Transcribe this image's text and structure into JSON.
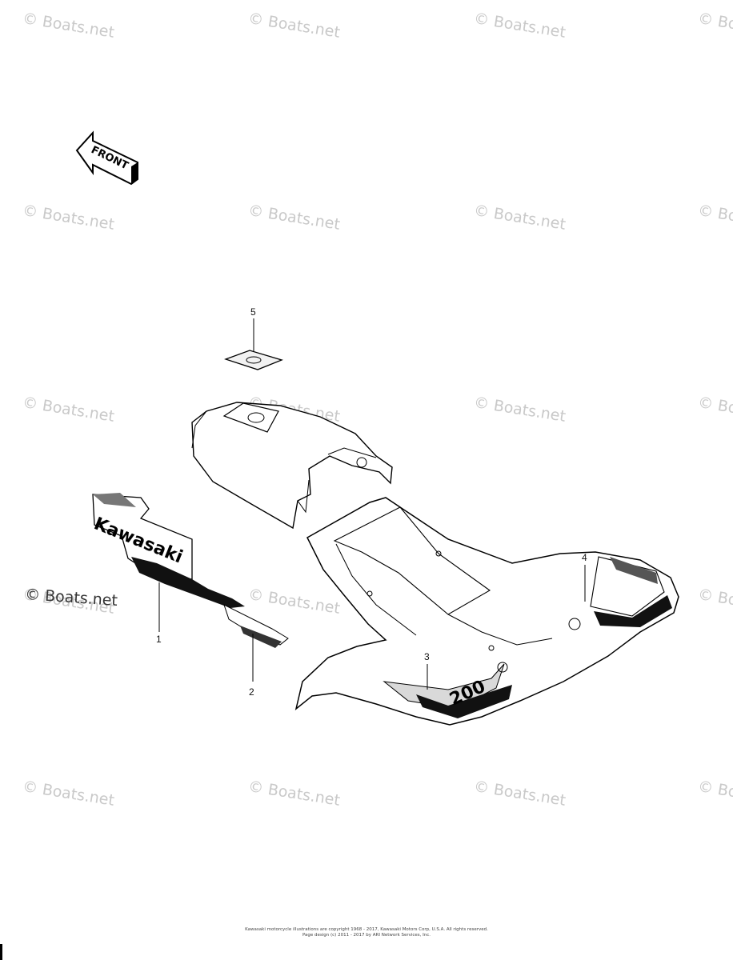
{
  "watermark": "© Boats.net",
  "front_label": "FRONT",
  "decal_brand": "Kawasaki",
  "decal_model": "200",
  "callouts": [
    "1",
    "2",
    "3",
    "4",
    "5"
  ],
  "copyright": {
    "line1": "Kawasaki motorcycle illustrations are copyright 1968 - 2017, Kawasaki Motors Corp, U.S.A. All rights reserved.",
    "line2": "Page design (c) 2011 - 2017 by ARI Network Services, Inc."
  }
}
